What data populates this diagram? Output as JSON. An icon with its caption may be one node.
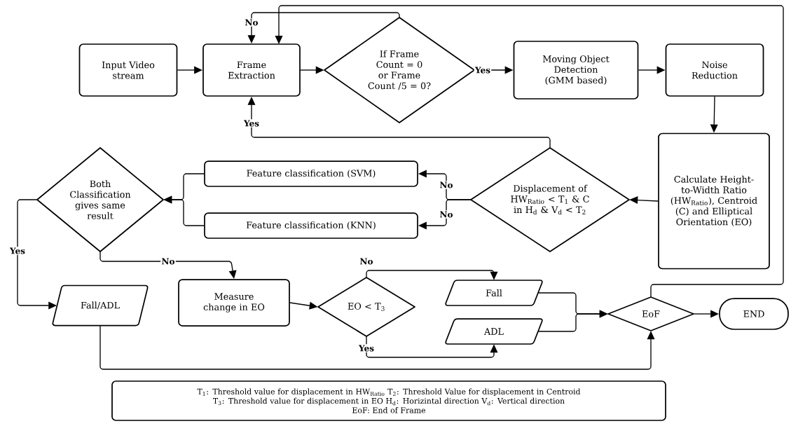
{
  "diagram": {
    "nodes": [
      {
        "text": [
          "Input Video stream"
        ]
      },
      {
        "text": [
          "Frame Extraction"
        ]
      },
      {
        "text": [
          "If Frame Count = 0 or Frame Count /5 = 0?"
        ]
      },
      {
        "text": [
          "Moving Object Detection (GMM based)"
        ]
      },
      {
        "text": [
          "Noise Reduction"
        ]
      },
      {
        "text": [
          "Calculate Height-to-Width Ratio (HW$_{Ratio}$), Centroid (C) and Elliptical Orientation (EO)"
        ]
      },
      {
        "text": [
          "Displacement of HW$_{Ratio}$ < T$_{1}$ & C in H$_{d}$ & V$_{d}$ < T$_{2}$"
        ]
      },
      {
        "text": [
          "Feature classification (SVM)"
        ]
      },
      {
        "text": [
          "Feature classification (KNN)"
        ]
      },
      {
        "text": [
          "Both Classification gives same result"
        ]
      },
      {
        "text": [
          "Fall/ADL"
        ]
      },
      {
        "text": [
          "Measure change in EO"
        ]
      },
      {
        "text": [
          "EO < T$_{3}$"
        ]
      },
      {
        "text": [
          "Fall"
        ]
      },
      {
        "text": [
          "ADL"
        ]
      },
      {
        "text": [
          "EoF"
        ]
      },
      {
        "text": [
          "END"
        ]
      },
      {
        "text": [
          "T$_{1}$: Threshold value for displacement in HW$_{Ratio}$ T$_{2}$: Threshold Value for displacement in Centroid",
          "T$_{3}$: Threshold value for displacement in EO H$_{d}$: Horizintal direction V$_{d}$: Vertical direction",
          "EoF: End of Frame"
        ]
      }
    ],
    "edges": [
      {
        "from": 0,
        "to": 1,
        "arrow": "to"
      },
      {
        "from": 1,
        "to": 2,
        "arrow": "to"
      },
      {
        "from": 2,
        "to": 3,
        "arrow": "to",
        "label": "Yes"
      },
      {
        "from": 2,
        "to": 1,
        "arrow": "to",
        "label": "No"
      },
      {
        "from": 3,
        "to": 4,
        "arrow": "to"
      },
      {
        "from": 4,
        "to": 5,
        "arrow": "to"
      },
      {
        "from": 5,
        "to": 6,
        "arrow": "to"
      },
      {
        "from": 6,
        "to": 1,
        "arrow": "to",
        "label": "Yes"
      },
      {
        "from": 6,
        "to": 7,
        "arrow": "to",
        "label": "No"
      },
      {
        "from": 6,
        "to": 8,
        "arrow": "to",
        "label": "No"
      },
      {
        "from": 7,
        "to": 9,
        "arrow": "to"
      },
      {
        "from": 8,
        "to": 9,
        "arrow": "to"
      },
      {
        "from": 9,
        "to": 10,
        "arrow": "to",
        "label": "Yes"
      },
      {
        "from": 9,
        "to": 11,
        "arrow": "to",
        "label": "No"
      },
      {
        "from": 11,
        "to": 12,
        "arrow": "to"
      },
      {
        "from": 12,
        "to": 13,
        "arrow": "to",
        "label": "No"
      },
      {
        "from": 12,
        "to": 14,
        "arrow": "to",
        "label": "Yes"
      },
      {
        "from": 13,
        "to": 15,
        "arrow": "to"
      },
      {
        "from": 14,
        "to": 15,
        "arrow": "to"
      },
      {
        "from": 10,
        "to": 15,
        "arrow": "to"
      },
      {
        "from": 15,
        "to": 16,
        "arrow": "to"
      },
      {
        "from": 15,
        "to": 1,
        "arrow": "to"
      }
    ]
  }
}
